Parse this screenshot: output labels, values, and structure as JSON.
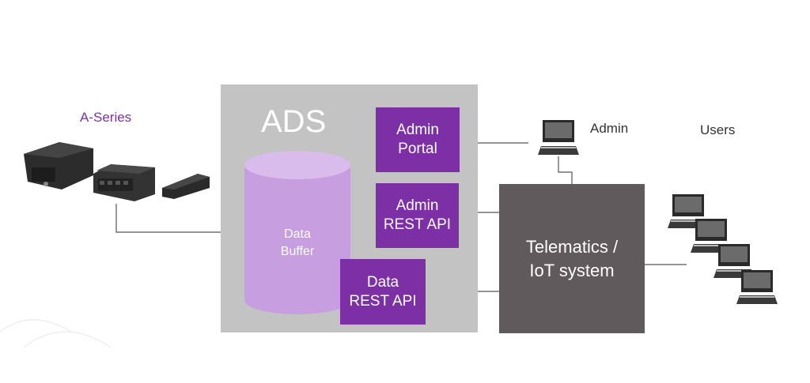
{
  "diagram": {
    "device_group_label": "A-Series",
    "ads": {
      "title": "ADS",
      "data_buffer": "Data\nBuffer",
      "admin_portal": "Admin\nPortal",
      "admin_rest_api": "Admin\nREST API",
      "data_rest_api": "Data\nREST API"
    },
    "telematics": "Telematics /\nIoT system",
    "admin_label": "Admin",
    "users_label": "Users"
  },
  "colors": {
    "purple": "#7d2fa5",
    "ads_gray": "#c3c3c3",
    "cylinder": "#c79ee0",
    "telematics_gray": "#615a5c"
  },
  "icons": [
    "router-device-icon",
    "gateway-device-icon",
    "tracker-device-icon",
    "desktop-computer-icon"
  ]
}
